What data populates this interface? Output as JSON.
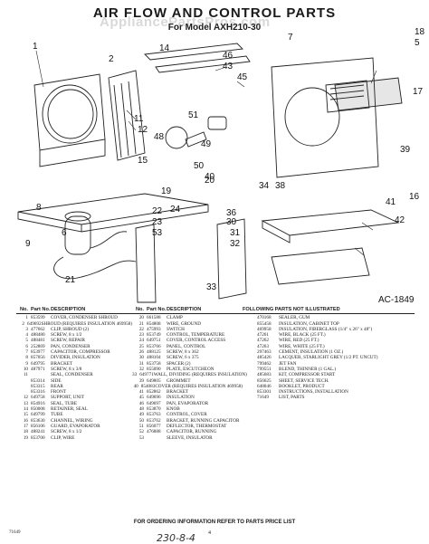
{
  "title": "AIR FLOW AND CONTROL PARTS",
  "subtitle": "For Model  AXH210-30",
  "watermark": "AppliancePartsPros.com",
  "diagram_code": "AC-1849",
  "table": {
    "headers": {
      "no": "No.",
      "part": "Part No.",
      "desc": "DESCRIPTION"
    },
    "not_illustrated": "FOLLOWING PARTS NOT ILLUSTRATED",
    "col1": [
      [
        "1",
        "853599",
        "COVER, CONDENSER SHROUD"
      ],
      [
        "2",
        "649692",
        "SHROUD (REQUIRES INSULATION 469958)"
      ],
      [
        "3",
        "477662",
        "CLIP, SHROUD (2)"
      ],
      [
        "4",
        "488480",
        "SCREW, 8 x 1/2"
      ],
      [
        "5",
        "488481",
        "SCREW, REPAIR"
      ],
      [
        "6",
        "252869",
        "PAN, CONDENSER"
      ],
      [
        "7",
        "853977",
        "CAPACITOR, COMPRESSOR"
      ],
      [
        "8",
        "857056",
        "DIVIDER, INSULATION"
      ],
      [
        "9",
        "649795",
        "BRACKET"
      ],
      [
        "10",
        "487971",
        "SCREW, 8 x 3/8"
      ],
      [
        "11",
        "",
        "SEAL, CONDENSER"
      ],
      [
        "",
        "853314",
        "SIDE"
      ],
      [
        "",
        "853315",
        "REAR"
      ],
      [
        "",
        "853316",
        "FRONT"
      ],
      [
        "12",
        "649758",
        "SUPPORT, UNIT"
      ],
      [
        "13",
        "854916",
        "SEAL, TUBE"
      ],
      [
        "14",
        "850008",
        "RETAINER, SEAL"
      ],
      [
        "15",
        "649799",
        "TUBE"
      ],
      [
        "16",
        "853630",
        "CHANNEL, WIRING"
      ],
      [
        "17",
        "856106",
        "GUARD, EVAPORATOR"
      ],
      [
        "18",
        "488241",
        "SCREW, 8 x 1/2"
      ],
      [
        "19",
        "853700",
        "CLIP, WIRE"
      ]
    ],
    "col2": [
      [
        "20",
        "661588",
        "CLAMP"
      ],
      [
        "21",
        "854808",
        "WIRE, GROUND"
      ],
      [
        "22",
        "475993",
        "SWITCH"
      ],
      [
        "23",
        "853749",
        "CONTROL, TEMPERATURE"
      ],
      [
        "24",
        "649751",
        "COVER, CONTROL ACCESS"
      ],
      [
        "25",
        "853766",
        "PANEL, CONTROL"
      ],
      [
        "26",
        "488125",
        "SCREW, 8 x 362"
      ],
      [
        "30",
        "488104",
        "SCREW, 6 x 375"
      ],
      [
        "31",
        "853758",
        "SPACER (2)"
      ],
      [
        "32",
        "855090",
        "PLATE, ESCUTCHEON"
      ],
      [
        "33",
        "649771",
        "WALL, DIVIDING (REQUIRES INSULATION)"
      ],
      [
        "39",
        "649805",
        "GROMMET"
      ],
      [
        "40",
        "854083",
        "COVER (REQUIRES INSULATION 469958)"
      ],
      [
        "41",
        "852862",
        "BRACKET"
      ],
      [
        "45",
        "649696",
        "INSULATION"
      ],
      [
        "46",
        "649697",
        "PAN, EVAPORATOR"
      ],
      [
        "48",
        "853870",
        "KNOB"
      ],
      [
        "49",
        "853763",
        "CONTROL, COVER"
      ],
      [
        "50",
        "853762",
        "BRACKET, RUNNING CAPACITOR"
      ],
      [
        "51",
        "856077",
        "DEFLECTOR, THERMOSTAT"
      ],
      [
        "52",
        "476888",
        "CAPACITOR, RUNNING"
      ],
      [
        "53",
        "",
        "SLEEVE, INSULATOR"
      ]
    ],
    "col3": [
      [
        "",
        "470168",
        "SEALER, GUM"
      ],
      [
        "",
        "855458",
        "INSULATION, CABINET TOP"
      ],
      [
        "",
        "469958",
        "INSULATION, FIBERGLASS (1/4\" x 26\" x 48\")"
      ],
      [
        "",
        "47261",
        "WIRE, BLACK (25 FT.)"
      ],
      [
        "",
        "47262",
        "WIRE, RED (25 FT.)"
      ],
      [
        "",
        "47263",
        "WIRE, WHITE (25 FT.)"
      ],
      [
        "",
        "297463",
        "CEMENT, INSULATION (1 OZ.)"
      ],
      [
        "",
        "485426",
        "LACQUER, STARLIGHT GREY (1/2 PT. UNCUT)"
      ],
      [
        "",
        "799462",
        "JET FAN"
      ],
      [
        "",
        "799551",
        "BLEND, THINNER (1 GAL.)"
      ],
      [
        "",
        "485683",
        "KIT, COMPRESSOR START"
      ],
      [
        "",
        "856625",
        "SHEET, SERVICE TECH."
      ],
      [
        "",
        "648046",
        "BOOKLET, PRODUCT"
      ],
      [
        "",
        "853301",
        "INSTRUCTIONS, INSTALLATION"
      ],
      [
        "",
        "71649",
        "LIST, PARTS"
      ]
    ]
  },
  "order_note": "FOR ORDERING INFORMATION REFER TO PARTS PRICE LIST",
  "figure_number": "71649",
  "page_number": "4",
  "handwritten_note": "230-8-4"
}
